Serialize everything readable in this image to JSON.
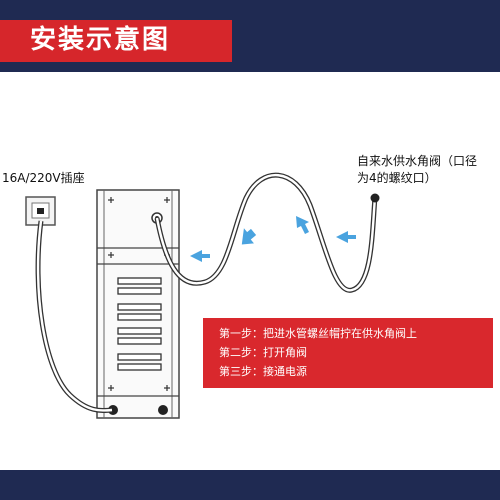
{
  "header": {
    "title": "安装示意图"
  },
  "labels": {
    "socket": "16A/220V插座",
    "water_line1": "自来水供水角阀（口径",
    "water_line2": "为4的螺纹口）"
  },
  "steps": [
    "第一步：把进水管螺丝帽拧在供水角阀上",
    "第二步：打开角阀",
    "第三步：接通电源"
  ],
  "colors": {
    "navy": "#1f2a52",
    "red": "#d6262b",
    "arrow": "#4aa3df"
  },
  "icons": [
    "flow-arrow-icon",
    "plus-icon",
    "socket-icon"
  ]
}
